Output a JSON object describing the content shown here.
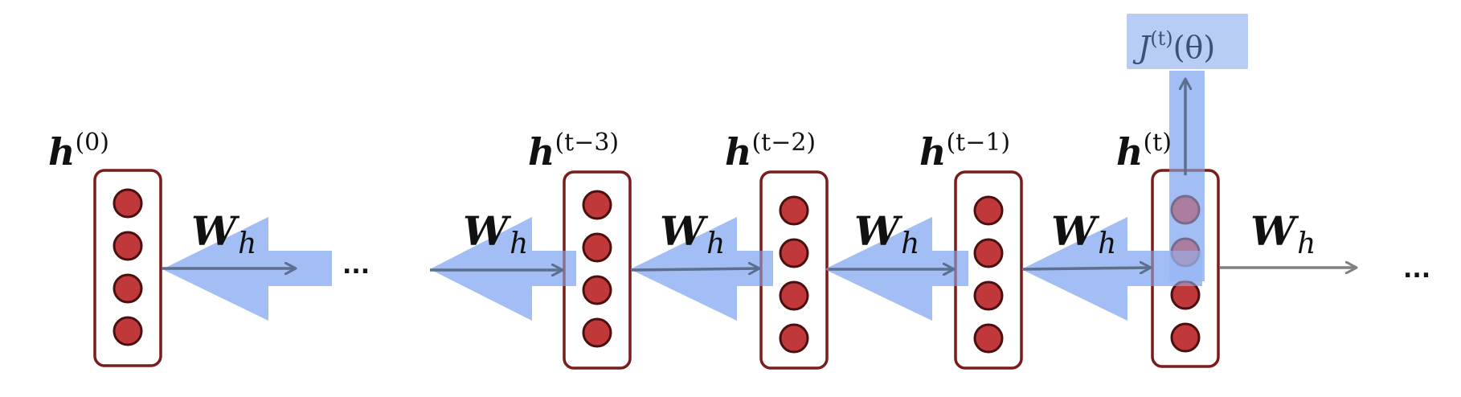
{
  "colors": {
    "gradient_fill": "#99b8f2",
    "gradient_opacity": 0.8,
    "forward_arrow": "#5d6f8f",
    "output_arrow": "#808080",
    "box_border": "#7a1c1c",
    "neuron_fill": "#c0383a",
    "neuron_stroke": "#4a1010",
    "loss_box": "#b7cdf4",
    "text": "#111111"
  },
  "hidden_states": [
    {
      "base": "h",
      "superscript": "(0)"
    },
    {
      "base": "h",
      "superscript": "(t−3)"
    },
    {
      "base": "h",
      "superscript": "(t−2)"
    },
    {
      "base": "h",
      "superscript": "(t−1)"
    },
    {
      "base": "h",
      "superscript": "(t)"
    }
  ],
  "weights": [
    {
      "base": "W",
      "subscript": "h"
    },
    {
      "base": "W",
      "subscript": "h"
    },
    {
      "base": "W",
      "subscript": "h"
    },
    {
      "base": "W",
      "subscript": "h"
    },
    {
      "base": "W",
      "subscript": "h"
    },
    {
      "base": "W",
      "subscript": "h"
    }
  ],
  "ellipses": [
    "...",
    "..."
  ],
  "loss": {
    "base": "J",
    "superscript": "(t)",
    "argument": "(θ)"
  },
  "neurons_per_state": 4
}
